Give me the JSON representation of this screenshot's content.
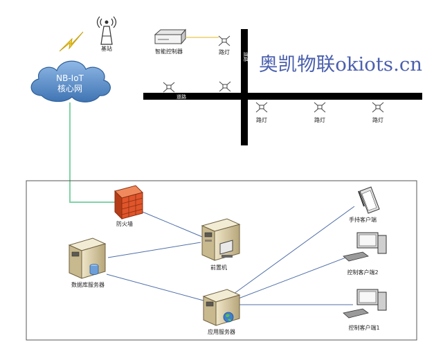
{
  "top": {
    "base_station_label": "基站",
    "cloud_line1": "NB-IoT",
    "cloud_line2": "核心网",
    "controller_label": "智能控制器",
    "road_label_h": "道路",
    "road_label_v": "道路",
    "lamp_label": "路灯",
    "watermark": "奥凯物联okiots.cn"
  },
  "network": {
    "firewall_label": "防火墙",
    "front_server_label": "前置机",
    "db_server_label": "数据库服务器",
    "app_server_label": "应用服务器",
    "handheld_label": "手持客户端",
    "client2_label": "控制客户端2",
    "client1_label": "控制客户端1"
  },
  "colors": {
    "link_green": "#7fd3a6",
    "link_blue": "#4f6fa8",
    "controller_link": "#e8c64a",
    "cloud": "#5a8fc8",
    "firewall": "#e0552b",
    "road": "#000000",
    "watermark": "#4a5fae"
  }
}
